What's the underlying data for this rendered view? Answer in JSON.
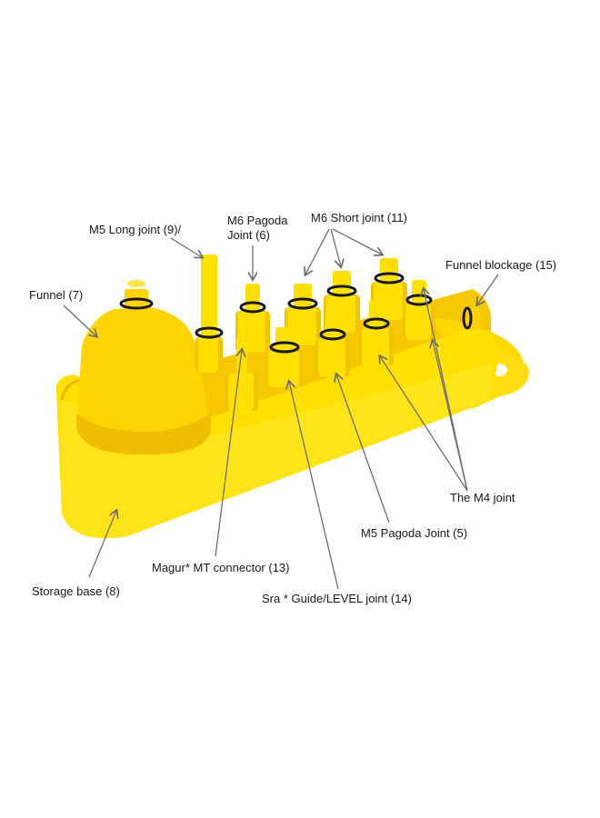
{
  "colors": {
    "yellow": "#FFE000",
    "yellow_shadow": "#F2C400",
    "yellow_dark": "#E0A800",
    "ring": "#1a1a1a",
    "leader": "#6e6e6e",
    "text": "#1a1a1a"
  },
  "labels": {
    "m5_long": "M5 Long joint (9)/",
    "m6_pagoda": "M6 Pagoda Joint (6)",
    "m6_short": "M6 Short joint (11)",
    "funnel": "Funnel (7)",
    "funnel_blockage": "Funnel blockage (15)",
    "m4_joint": "The M4 joint",
    "m5_pagoda": "M5 Pagoda Joint (5)",
    "magur": "Magur* MT connector (13)",
    "storage_base": "Storage base (8)",
    "sra": "Sra * Guide/LEVEL joint (14)"
  }
}
